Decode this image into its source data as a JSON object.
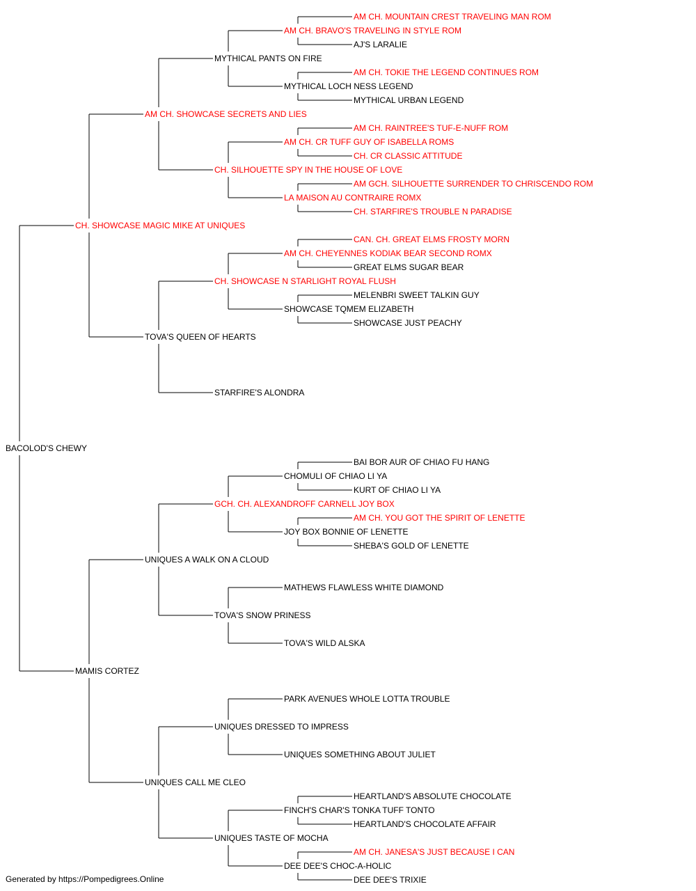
{
  "colors": {
    "champion": "#ff0000",
    "normal": "#000000",
    "line": "#000000"
  },
  "pedigree": {
    "name": "BACOLOD'S CHEWY",
    "ch": false,
    "sire": {
      "name": "CH. SHOWCASE MAGIC MIKE AT UNIQUES",
      "ch": true,
      "sire": {
        "name": "AM CH. SHOWCASE SECRETS AND LIES",
        "ch": true,
        "sire": {
          "name": "MYTHICAL PANTS ON FIRE",
          "ch": false,
          "sire": {
            "name": "AM CH. BRAVO'S TRAVELING IN STYLE ROM",
            "ch": true,
            "sire": {
              "name": "AM CH. MOUNTAIN CREST TRAVELING MAN ROM",
              "ch": true
            },
            "dam": {
              "name": "AJ'S LARALIE",
              "ch": false
            }
          },
          "dam": {
            "name": "MYTHICAL LOCH NESS LEGEND",
            "ch": false,
            "sire": {
              "name": "AM CH. TOKIE THE LEGEND CONTINUES ROM",
              "ch": true
            },
            "dam": {
              "name": "MYTHICAL URBAN LEGEND",
              "ch": false
            }
          }
        },
        "dam": {
          "name": "CH. SILHOUETTE SPY IN THE HOUSE OF LOVE",
          "ch": true,
          "sire": {
            "name": "AM CH. CR TUFF GUY OF ISABELLA ROMS",
            "ch": true,
            "sire": {
              "name": "AM CH. RAINTREE'S TUF-E-NUFF ROM",
              "ch": true
            },
            "dam": {
              "name": "CH. CR CLASSIC ATTITUDE",
              "ch": true
            }
          },
          "dam": {
            "name": "LA MAISON AU CONTRAIRE ROMX",
            "ch": true,
            "sire": {
              "name": "AM GCH. SILHOUETTE SURRENDER TO CHRISCENDO ROM",
              "ch": true
            },
            "dam": {
              "name": "CH. STARFIRE'S TROUBLE N PARADISE",
              "ch": true
            }
          }
        }
      },
      "dam": {
        "name": "TOVA'S QUEEN OF HEARTS",
        "ch": false,
        "sire": {
          "name": "CH. SHOWCASE N STARLIGHT ROYAL FLUSH",
          "ch": true,
          "sire": {
            "name": "AM CH. CHEYENNES KODIAK BEAR SECOND ROMX",
            "ch": true,
            "sire": {
              "name": "CAN. CH. GREAT ELMS FROSTY MORN",
              "ch": true
            },
            "dam": {
              "name": "GREAT ELMS SUGAR BEAR",
              "ch": false
            }
          },
          "dam": {
            "name": "SHOWCASE TQMEM ELIZABETH",
            "ch": false,
            "sire": {
              "name": "MELENBRI SWEET TALKIN GUY",
              "ch": false
            },
            "dam": {
              "name": "SHOWCASE JUST PEACHY",
              "ch": false
            }
          }
        },
        "dam": {
          "name": "STARFIRE'S ALONDRA",
          "ch": false
        }
      }
    },
    "dam": {
      "name": "MAMIS CORTEZ",
      "ch": false,
      "sire": {
        "name": "UNIQUES A WALK ON A CLOUD",
        "ch": false,
        "sire": {
          "name": "GCH. CH. ALEXANDROFF CARNELL JOY BOX",
          "ch": true,
          "sire": {
            "name": "CHOMULI OF CHIAO LI YA",
            "ch": false,
            "sire": {
              "name": "BAI BOR AUR OF CHIAO FU HANG",
              "ch": false
            },
            "dam": {
              "name": "KURT OF CHIAO LI YA",
              "ch": false
            }
          },
          "dam": {
            "name": "JOY BOX BONNIE OF LENETTE",
            "ch": false,
            "sire": {
              "name": "AM CH. YOU GOT THE SPIRIT OF LENETTE",
              "ch": true
            },
            "dam": {
              "name": "SHEBA'S GOLD OF LENETTE",
              "ch": false
            }
          }
        },
        "dam": {
          "name": "TOVA'S SNOW PRINESS",
          "ch": false,
          "sire": {
            "name": "MATHEWS FLAWLESS WHITE DIAMOND",
            "ch": false
          },
          "dam": {
            "name": "TOVA'S WILD ALSKA",
            "ch": false
          }
        }
      },
      "dam": {
        "name": "UNIQUES CALL ME CLEO",
        "ch": false,
        "sire": {
          "name": "UNIQUES DRESSED TO IMPRESS",
          "ch": false,
          "sire": {
            "name": "PARK AVENUES WHOLE LOTTA TROUBLE",
            "ch": false
          },
          "dam": {
            "name": "UNIQUES SOMETHING ABOUT JULIET",
            "ch": false
          }
        },
        "dam": {
          "name": "UNIQUES TASTE OF MOCHA",
          "ch": false,
          "sire": {
            "name": "FINCH'S CHAR'S TONKA TUFF TONTO",
            "ch": false,
            "sire": {
              "name": "HEARTLAND'S ABSOLUTE CHOCOLATE",
              "ch": false
            },
            "dam": {
              "name": "HEARTLAND'S CHOCOLATE AFFAIR",
              "ch": false
            }
          },
          "dam": {
            "name": "DEE DEE'S CHOC-A-HOLIC",
            "ch": false,
            "sire": {
              "name": "AM CH. JANESA'S JUST BECAUSE I CAN",
              "ch": true
            },
            "dam": {
              "name": "DEE DEE'S TRIXIE",
              "ch": false
            }
          }
        }
      }
    }
  },
  "footer": {
    "text": "Generated by https://Pompedigrees.Online"
  }
}
